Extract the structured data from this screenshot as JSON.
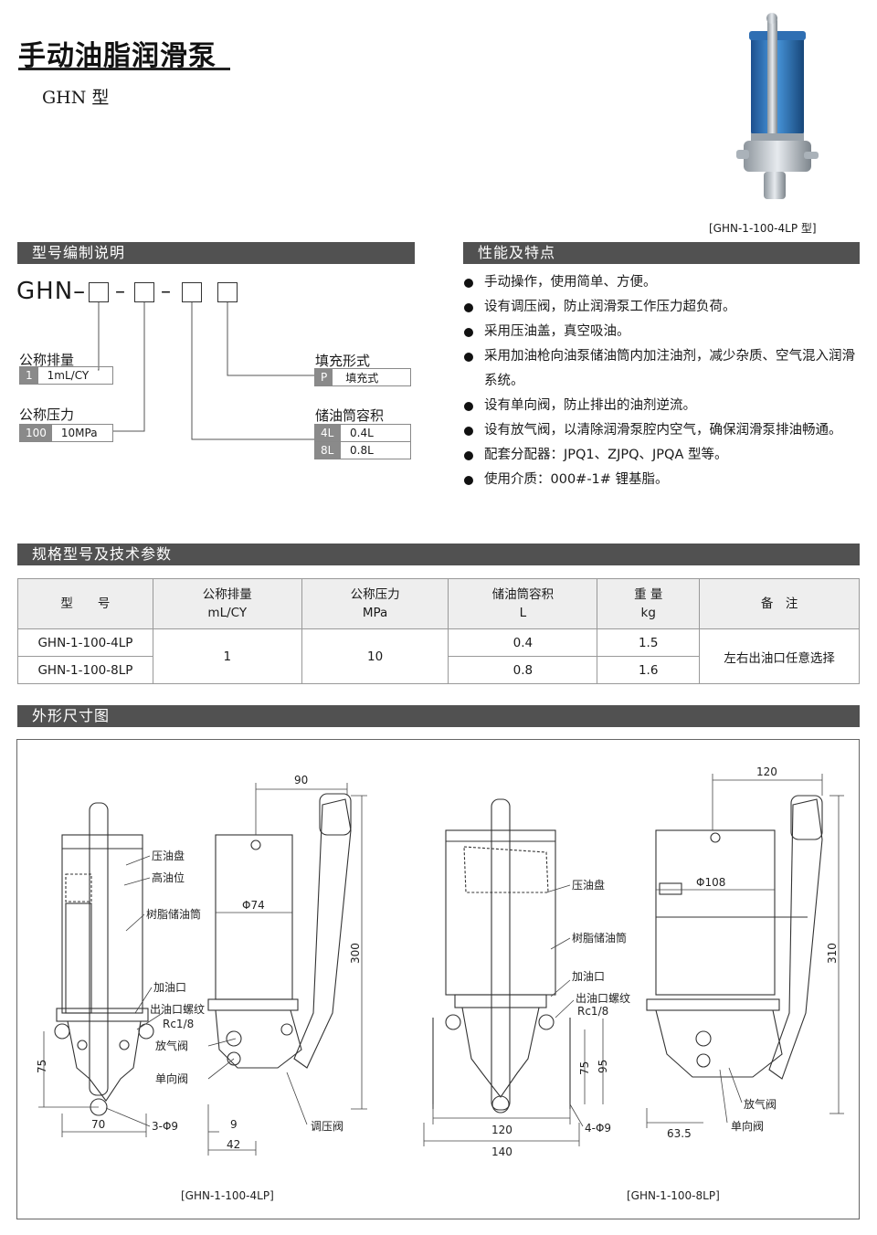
{
  "header": {
    "title": "手动油脂润滑泵",
    "subtitle": "GHN 型",
    "photo_caption": "[GHN-1-100-4LP 型]"
  },
  "colors": {
    "section_bar": "#515151",
    "chip_key": "#8a8a8a",
    "reservoir_blue": "#2a6fb8"
  },
  "model_code": {
    "section_title": "型号编制说明",
    "prefix": "GHN–",
    "sep1": "–",
    "sep2": "–",
    "rated_displacement": {
      "label": "公称排量",
      "key": "1",
      "value": "1mL/CY"
    },
    "rated_pressure": {
      "label": "公称压力",
      "key": "100",
      "value": "10MPa"
    },
    "fill_type": {
      "label": "填充形式",
      "key": "P",
      "value": "填充式"
    },
    "reservoir": {
      "label": "储油筒容积",
      "options": [
        {
          "key": "4L",
          "value": "0.4L"
        },
        {
          "key": "8L",
          "value": "0.8L"
        }
      ]
    }
  },
  "features": {
    "section_title": "性能及特点",
    "items": [
      "手动操作，使用简单、方便。",
      "设有调压阀，防止润滑泵工作压力超负荷。",
      "采用压油盖，真空吸油。",
      "采用加油枪向油泵储油筒内加注油剂，减少杂质、空气混入润滑系统。",
      "设有单向阀，防止排出的油剂逆流。",
      "设有放气阀，以清除润滑泵腔内空气，确保润滑泵排油畅通。",
      "配套分配器：JPQ1、ZJPQ、JPQA 型等。",
      "使用介质：000#-1# 锂基脂。"
    ]
  },
  "spec_table": {
    "section_title": "规格型号及技术参数",
    "headers": {
      "model": "型　　号",
      "displacement": "公称排量",
      "displacement_unit": "mL/CY",
      "pressure": "公称压力",
      "pressure_unit": "MPa",
      "volume": "储油筒容积",
      "volume_unit": "L",
      "weight": "重 量",
      "weight_unit": "kg",
      "remark": "备　注"
    },
    "rows": [
      {
        "model": "GHN-1-100-4LP",
        "volume": "0.4",
        "weight": "1.5"
      },
      {
        "model": "GHN-1-100-8LP",
        "volume": "0.8",
        "weight": "1.6"
      }
    ],
    "shared": {
      "displacement": "1",
      "pressure": "10",
      "remark": "左右出油口任意选择"
    }
  },
  "drawing": {
    "section_title": "外形尺寸图",
    "left_caption": "[GHN-1-100-4LP]",
    "right_caption": "[GHN-1-100-8LP]",
    "left_labels": {
      "press_plate": "压油盘",
      "high_level": "高油位",
      "resin_tube": "树脂储油筒",
      "fill_port": "加油口",
      "outlet_thread": "出油口螺纹",
      "rc": "Rc1/8",
      "vent_valve": "放气阀",
      "check_valve": "单向阀",
      "holes": "3-Φ9",
      "pressure_valve": "调压阀",
      "dia": "Φ74"
    },
    "left_dims": {
      "w90": "90",
      "h300": "300",
      "h75": "75",
      "w70": "70",
      "w9": "9",
      "w42": "42"
    },
    "right_labels": {
      "press_plate": "压油盘",
      "resin_tube": "树脂储油筒",
      "fill_port": "加油口",
      "outlet_thread": "出油口螺纹",
      "rc": "Rc1/8",
      "holes": "4-Φ9",
      "vent_valve": "放气阀",
      "check_valve": "单向阀",
      "dia": "Φ108"
    },
    "right_dims": {
      "w120_top": "120",
      "h310": "310",
      "h75": "75",
      "h95": "95",
      "w120": "120",
      "w140": "140",
      "w63": "63.5"
    }
  }
}
